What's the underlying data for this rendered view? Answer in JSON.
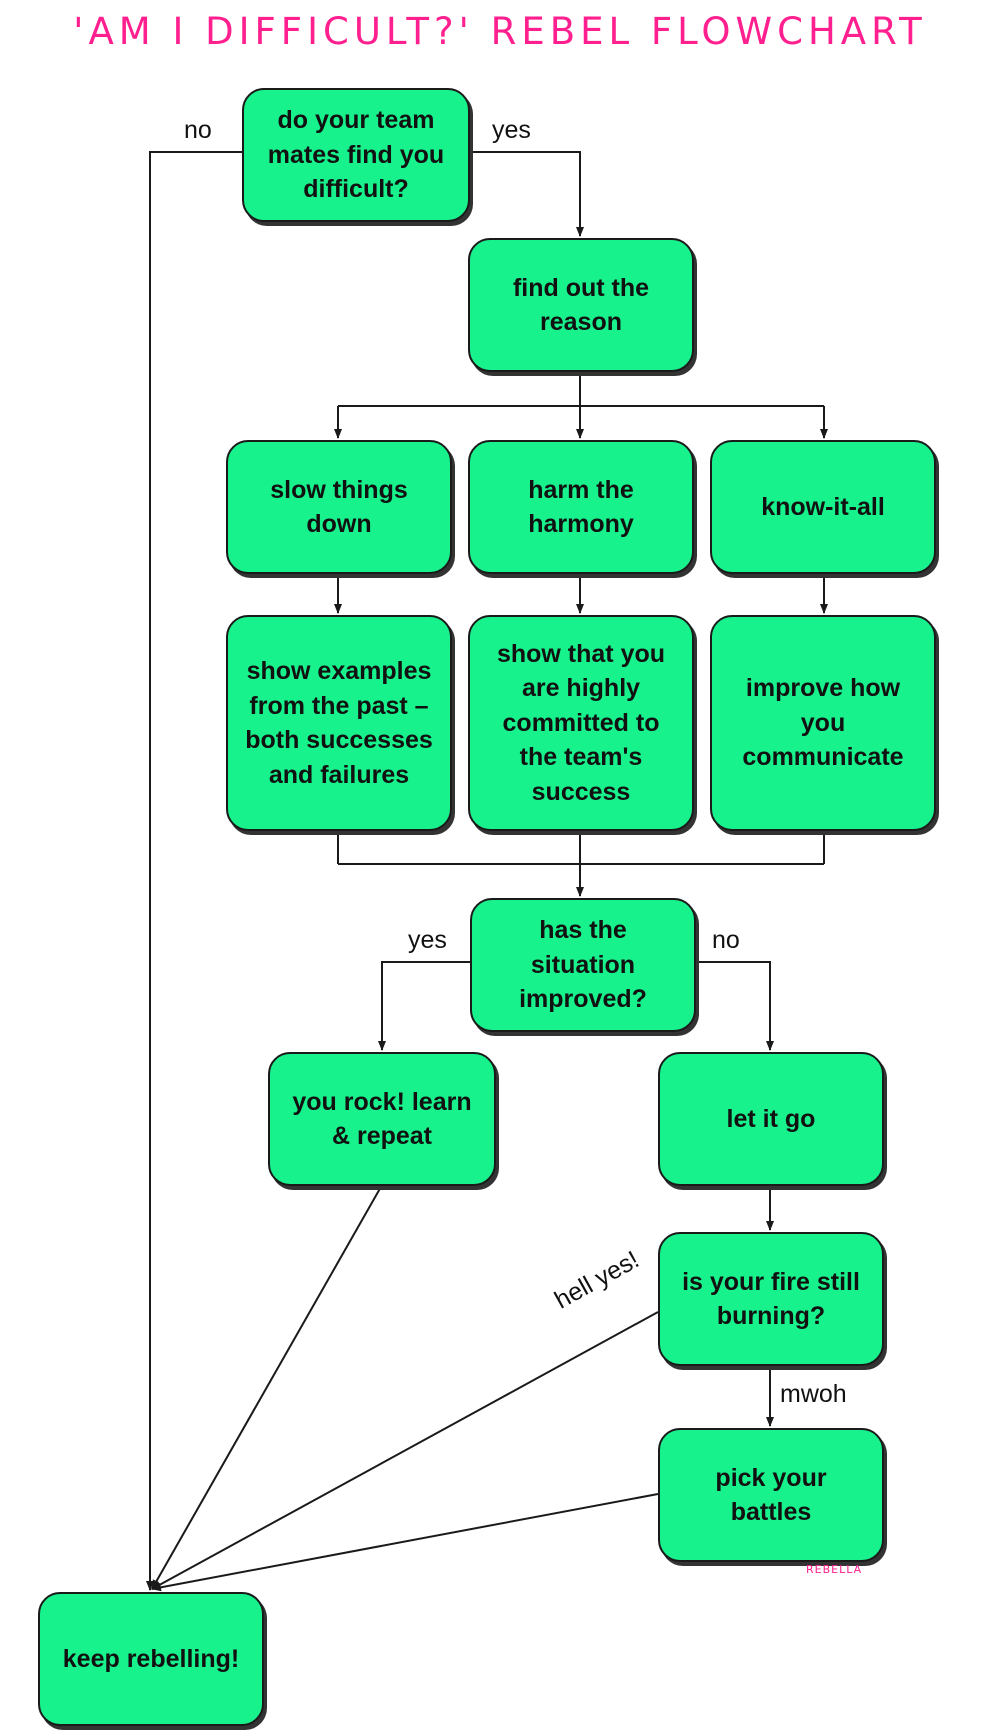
{
  "title": "'AM I DIFFICULT?' REBEL FLOWCHART",
  "nodes": {
    "q1": "do your team mates find you difficult?",
    "reason": "find out the reason",
    "slow": "slow things down",
    "harm": "harm the harmony",
    "know": "know-it-all",
    "examples": "show examples from the past – both successes and failures",
    "commit": "show that you are highly committed to the team's success",
    "communicate": "improve how you communicate",
    "improved": "has the situation improved?",
    "rock": "you rock! learn & repeat",
    "letgo": "let it go",
    "fire": "is your fire still burning?",
    "battles": "pick your battles",
    "keep": "keep rebelling!"
  },
  "edge_labels": {
    "q1_no": "no",
    "q1_yes": "yes",
    "improved_yes": "yes",
    "improved_no": "no",
    "fire_hell_yes": "hell yes!",
    "fire_mwoh": "mwoh"
  },
  "signature": "REBELLA",
  "colors": {
    "node_fill": "#18f28c",
    "title": "#ff1f8e",
    "line": "#1a1a1a"
  }
}
